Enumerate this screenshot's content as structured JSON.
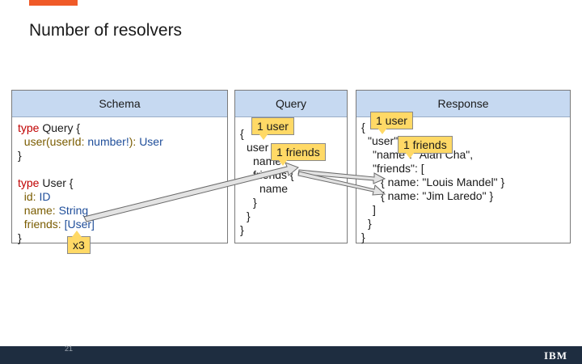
{
  "slide": {
    "title": "Number of resolvers",
    "page_number": "21",
    "logo_text": "IBM",
    "accent_color": "#f05a28",
    "header_color": "#c6d9f1",
    "footer_color": "#1e2d40"
  },
  "schema": {
    "header": "Schema",
    "lines": {
      "l1_kw": "type",
      "l1_rest": " Query {",
      "l2_fn": "user(userId: ",
      "l2_type": "number!",
      "l2_sep": "): ",
      "l2_ret": "User",
      "l3": "}",
      "l4_kw": "type",
      "l4_rest": " User {",
      "l5_fld": "id: ",
      "l5_type": "ID",
      "l6_fld": "name: ",
      "l6_type": "String",
      "l7_fld": "friends: ",
      "l7_type": "[User]",
      "l8": "}"
    },
    "callout": "x3"
  },
  "query": {
    "header": "Query",
    "lines": [
      "{",
      "user",
      "name",
      "friends {",
      "name",
      "}",
      "}",
      "}"
    ],
    "callout_user": "1 user",
    "callout_friends": "1 friends"
  },
  "response": {
    "header": "Response",
    "lines": [
      "{",
      "\"user\"",
      "\"name\": \"Alan Cha\",",
      "\"friends\": [",
      "{ name: \"Louis Mandel\" }",
      "{ name: \"Jim Laredo\" }",
      "]",
      "}",
      "}"
    ],
    "callout_user": "1 user",
    "callout_friends": "1 friends"
  }
}
